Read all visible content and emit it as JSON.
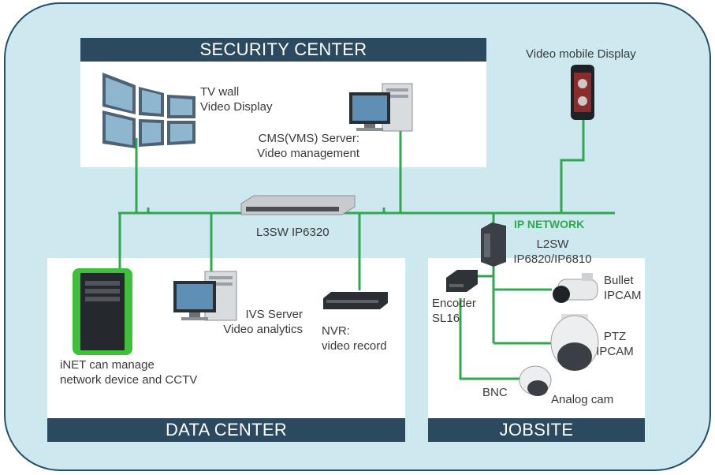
{
  "zones": {
    "security_center": "SECURITY CENTER",
    "data_center": "DATA CENTER",
    "jobsite": "JOBSITE"
  },
  "network_label": "IP NETWORK",
  "devices": {
    "tv_wall": "TV wall\nVideo Display",
    "cms_server": "CMS(VMS) Server:\nVideo management",
    "mobile": "Video mobile Display",
    "l3sw": "L3SW IP6320",
    "l2sw": "L2SW\nIP6820/IP6810",
    "inet": "iNET can manage\nnetwork device and CCTV",
    "ivs": "IVS Server\nVideo analytics",
    "nvr": "NVR:\nvideo record",
    "encoder": "Encoder\nSL16",
    "bullet": "Bullet\nIPCAM",
    "ptz": "PTZ\nIPCAM",
    "bnc": "BNC",
    "analog": "Analog cam"
  },
  "colors": {
    "background": "#cde8ef",
    "bar": "#2b4a60",
    "link": "#2fa84f",
    "inet_highlight": "#3fbf3a"
  }
}
